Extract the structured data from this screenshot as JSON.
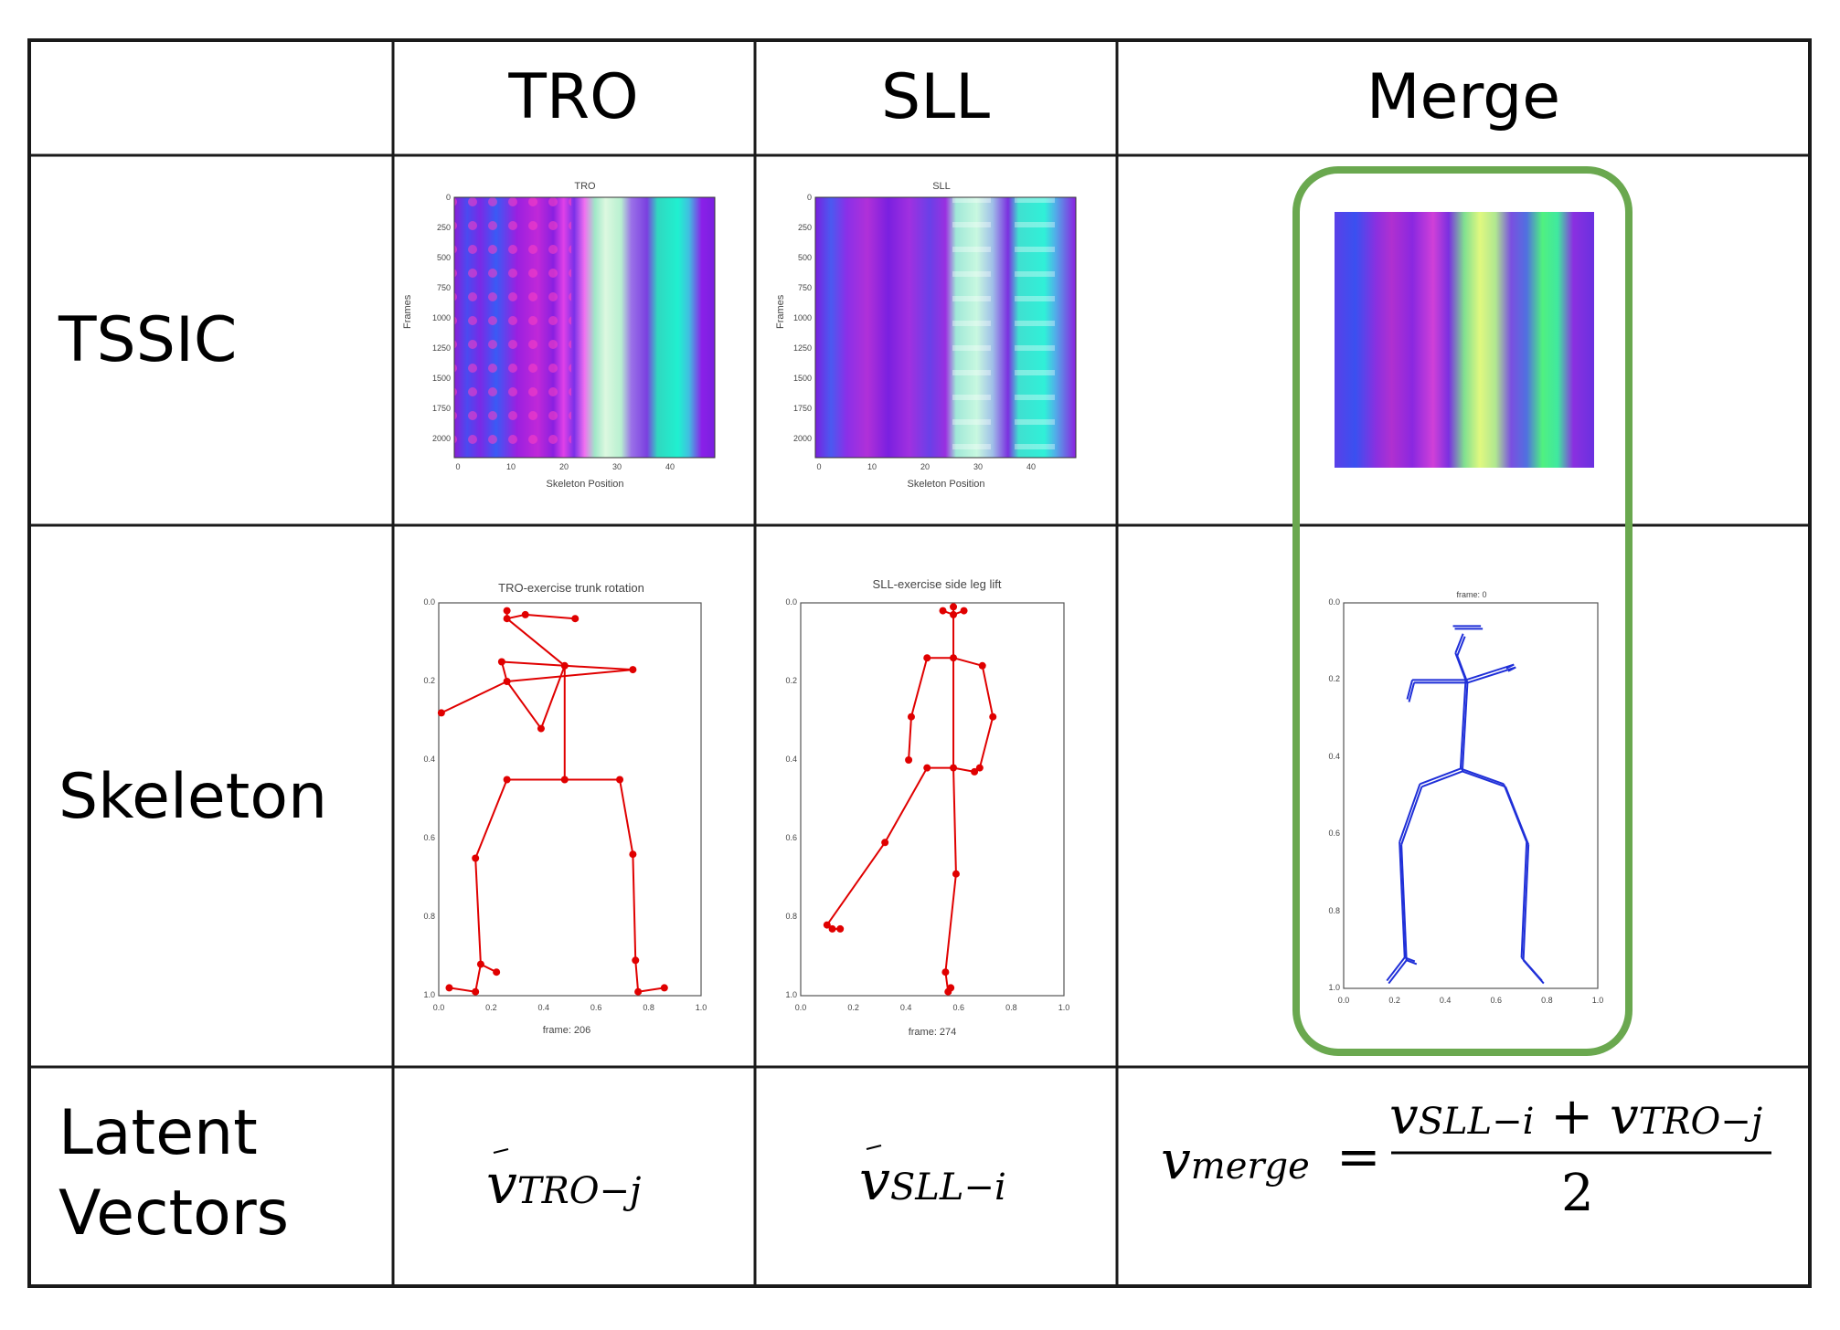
{
  "columns": [
    "TRO",
    "SLL",
    "Merge"
  ],
  "rows": [
    "TSSIC",
    "Skeleton",
    "Latent Vectors"
  ],
  "latent_row_label_lines": [
    "Latent",
    "Vectors"
  ],
  "tssic": {
    "tro": {
      "title": "TRO",
      "ylabel": "Frames",
      "xlabel": "Skeleton Position",
      "y_ticks": [
        "0",
        "250",
        "500",
        "750",
        "1000",
        "1250",
        "1500",
        "1750",
        "2000"
      ],
      "x_ticks": [
        "0",
        "10",
        "20",
        "30",
        "40"
      ]
    },
    "sll": {
      "title": "SLL",
      "ylabel": "Frames",
      "xlabel": "Skeleton Position",
      "y_ticks": [
        "0",
        "250",
        "500",
        "750",
        "1000",
        "1250",
        "1500",
        "1750",
        "2000"
      ],
      "x_ticks": [
        "0",
        "10",
        "20",
        "30",
        "40"
      ]
    }
  },
  "skeleton": {
    "tro": {
      "title": "TRO-exercise trunk rotation",
      "xlabel": "frame: 206",
      "y_ticks": [
        "0.0",
        "0.2",
        "0.4",
        "0.6",
        "0.8",
        "1.0"
      ],
      "x_ticks": [
        "0.0",
        "0.2",
        "0.4",
        "0.6",
        "0.8",
        "1.0"
      ]
    },
    "sll": {
      "title": "SLL-exercise side leg lift",
      "xlabel": "frame: 274",
      "y_ticks": [
        "0.0",
        "0.2",
        "0.4",
        "0.6",
        "0.8",
        "1.0"
      ],
      "x_ticks": [
        "0.0",
        "0.2",
        "0.4",
        "0.6",
        "0.8",
        "1.0"
      ]
    },
    "merge": {
      "title": "frame: 0",
      "y_ticks": [
        "0.0",
        "0.2",
        "0.4",
        "0.6",
        "0.8",
        "1.0"
      ],
      "x_ticks": [
        "0.0",
        "0.2",
        "0.4",
        "0.6",
        "0.8",
        "1.0"
      ]
    }
  },
  "formulas": {
    "tro": {
      "base": "v",
      "sub": "TRO−j"
    },
    "sll": {
      "base": "v",
      "sub": "SLL−i"
    },
    "merge": {
      "lhs_base": "v",
      "lhs_sub": "merge",
      "equals": "=",
      "num_a_base": "v",
      "num_a_sub": "SLL−i",
      "plus": "+",
      "num_b_base": "v",
      "num_b_sub": "TRO−j",
      "denominator": "2"
    }
  },
  "colors": {
    "grid": "#1a1a1a",
    "highlight": "#6aa84f",
    "skeleton_red": "#e00000",
    "skeleton_blue": "#1f2fd8"
  }
}
